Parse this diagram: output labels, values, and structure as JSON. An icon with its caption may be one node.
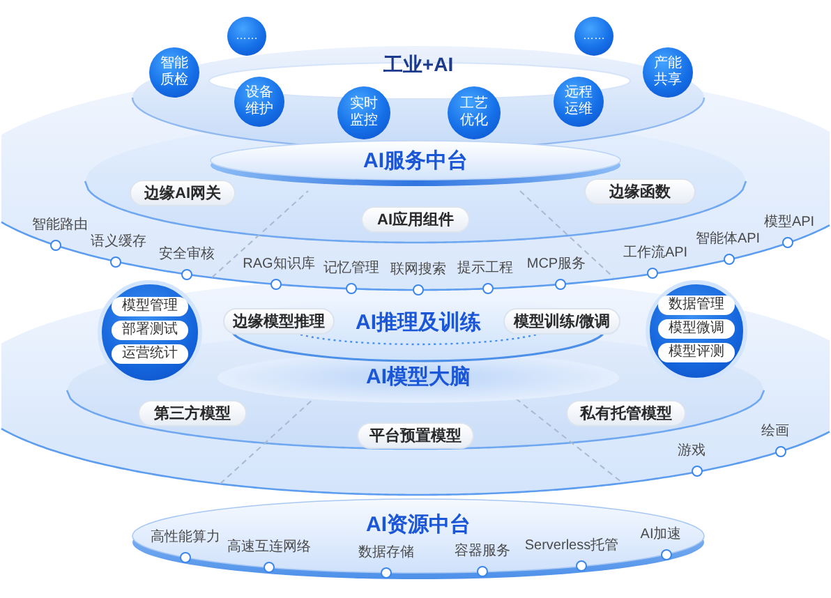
{
  "diagram": {
    "nodes": [
      {
        "text": [
          "工业+AI"
        ]
      },
      {
        "text": [
          "智能质检"
        ],
        "in": 0
      },
      {
        "text": [
          "……"
        ]
      },
      {
        "text": [
          "设备维护"
        ],
        "in": 0
      },
      {
        "text": [
          "实时监控"
        ],
        "in": 0
      },
      {
        "text": [
          "工艺优化"
        ],
        "in": 0
      },
      {
        "text": [
          "远程运维"
        ],
        "in": 0
      },
      {
        "text": [
          "……"
        ]
      },
      {
        "text": [
          "产能共享"
        ],
        "in": 0
      },
      {
        "text": [
          "AI服务中台"
        ]
      },
      {
        "text": [
          "边缘AI网关"
        ]
      },
      {
        "text": [
          "边缘函数"
        ]
      },
      {
        "text": [
          "AI应用组件"
        ]
      },
      {
        "text": [
          "AI推理及训练"
        ]
      },
      {
        "text": [],
        "shape": "circle"
      },
      {
        "text": [
          "模型管理"
        ],
        "in": 14
      },
      {
        "text": [
          "部署测试"
        ],
        "in": 14
      },
      {
        "text": [
          "运营统计"
        ],
        "in": 14
      },
      {
        "text": [
          "边缘模型推理"
        ]
      },
      {
        "text": [
          "模型训练/微调"
        ]
      },
      {
        "text": [],
        "shape": "circle"
      },
      {
        "text": [
          "数据管理"
        ],
        "in": 20
      },
      {
        "text": [
          "模型微调"
        ],
        "in": 20
      },
      {
        "text": [
          "模型评测"
        ],
        "in": 20
      },
      {
        "text": [
          "AI模型大脑"
        ]
      },
      {
        "text": [
          "第三方模型"
        ]
      },
      {
        "text": [
          "私有托管模型"
        ]
      },
      {
        "text": [
          "平台预置模型"
        ]
      },
      {
        "text": [
          "AI资源中台"
        ]
      }
    ],
    "labels": [
      "智能路由",
      "语义缓存",
      "安全审核",
      "RAG知识库",
      "记忆管理",
      "联网搜索",
      "提示工程",
      "MCP服务",
      "工作流API",
      "智能体API",
      "模型API",
      "游戏",
      "绘画",
      "高性能算力",
      "高速互连网络",
      "数据存储",
      "容器服务",
      "Serverless托管",
      "AI加速"
    ]
  }
}
